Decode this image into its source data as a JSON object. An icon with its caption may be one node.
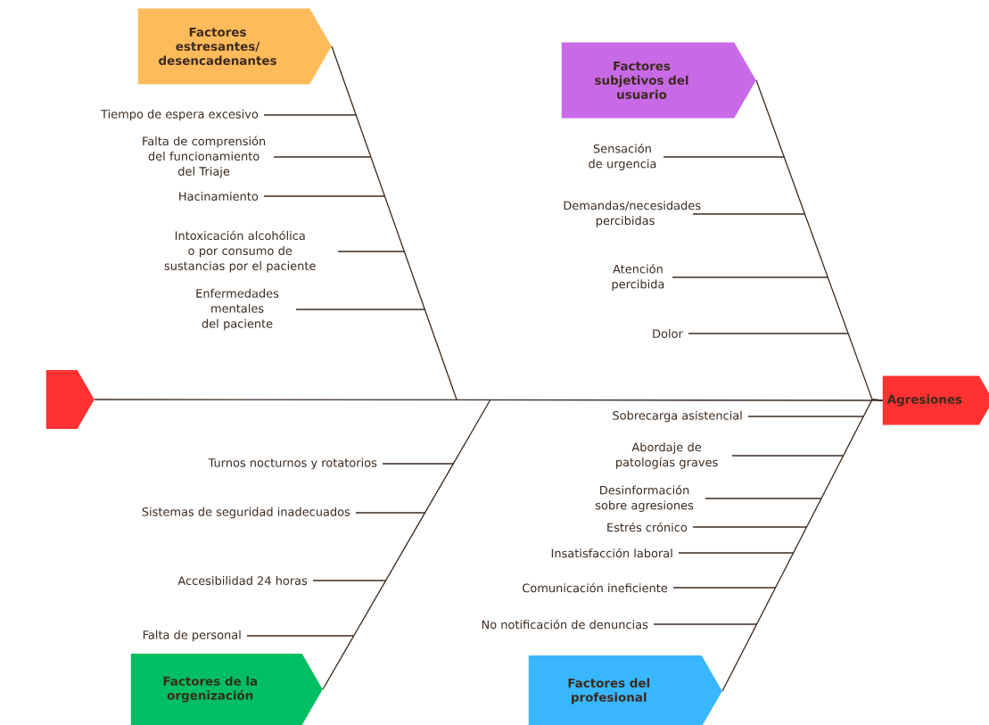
{
  "diagram": {
    "nodes": [
      {
        "text": [
          "Factores estresantes/ desencadenantes"
        ]
      },
      {
        "text": [
          "Tiempo de espera excesivo"
        ]
      },
      {
        "text": [
          "Falta de comprensión del funcionamiento del Triaje"
        ]
      },
      {
        "text": [
          "Hacinamiento"
        ]
      },
      {
        "text": [
          "Intoxicación alcohólica o por consumo de sustancias por el paciente"
        ]
      },
      {
        "text": [
          "Enfermedades mentales del paciente"
        ]
      },
      {
        "text": [
          "Factores subjetivos del usuario"
        ]
      },
      {
        "text": [
          "Sensación de urgencia"
        ]
      },
      {
        "text": [
          "Demandas/necesidades percibidas"
        ]
      },
      {
        "text": [
          "Atención percibida"
        ]
      },
      {
        "text": [
          "Dolor"
        ]
      },
      {
        "text": [],
        "shape": "pentagon"
      },
      {
        "text": [
          "Agresiones"
        ]
      },
      {
        "text": [
          "Factores de la orgenización"
        ]
      },
      {
        "text": [
          "Turnos nocturnos y rotatorios"
        ]
      },
      {
        "text": [
          "Sistemas de seguridad inadecuados"
        ]
      },
      {
        "text": [
          "Accesibilidad 24 horas"
        ]
      },
      {
        "text": [
          "Falta de personal"
        ]
      },
      {
        "text": [
          "Factores del profesional"
        ]
      },
      {
        "text": [
          "Sobrecarga asistencial"
        ]
      },
      {
        "text": [
          "Abordaje de patologías graves"
        ]
      },
      {
        "text": [
          "Desinformación sobre agresiones"
        ]
      },
      {
        "text": [
          "Estrés crónico"
        ]
      },
      {
        "text": [
          "Insatisfacción laboral"
        ]
      },
      {
        "text": [
          "Comunicación ineficiente"
        ]
      },
      {
        "text": [
          "No notificación de denuncias"
        ]
      }
    ],
    "edges": [
      {
        "from": 11,
        "to": 12,
        "arrow": "none"
      },
      {
        "from": 0,
        "to": null,
        "arrow": "none"
      },
      {
        "from": 6,
        "to": 12,
        "arrow": "none"
      },
      {
        "from": 13,
        "to": null,
        "arrow": "none"
      },
      {
        "from": 18,
        "to": 12,
        "arrow": "none"
      },
      {
        "from": 1,
        "to": null,
        "arrow": "none"
      },
      {
        "from": 2,
        "to": null,
        "arrow": "none"
      },
      {
        "from": 3,
        "to": null,
        "arrow": "none"
      },
      {
        "from": 4,
        "to": null,
        "arrow": "none"
      },
      {
        "from": 5,
        "to": null,
        "arrow": "none"
      },
      {
        "from": 7,
        "to": null,
        "arrow": "none"
      },
      {
        "from": 8,
        "to": null,
        "arrow": "none"
      },
      {
        "from": 9,
        "to": null,
        "arrow": "none"
      },
      {
        "from": 10,
        "to": null,
        "arrow": "none"
      },
      {
        "from": 14,
        "to": null,
        "arrow": "none"
      },
      {
        "from": 15,
        "to": null,
        "arrow": "none"
      },
      {
        "from": 16,
        "to": null,
        "arrow": "none"
      },
      {
        "from": 17,
        "to": null,
        "arrow": "none"
      },
      {
        "from": 19,
        "to": null,
        "arrow": "none"
      },
      {
        "from": 20,
        "to": null,
        "arrow": "none"
      },
      {
        "from": 21,
        "to": null,
        "arrow": "none"
      },
      {
        "from": 22,
        "to": null,
        "arrow": "none"
      },
      {
        "from": 23,
        "to": null,
        "arrow": "none"
      },
      {
        "from": 24,
        "to": null,
        "arrow": "none"
      },
      {
        "from": 25,
        "to": null,
        "arrow": "none"
      }
    ]
  }
}
